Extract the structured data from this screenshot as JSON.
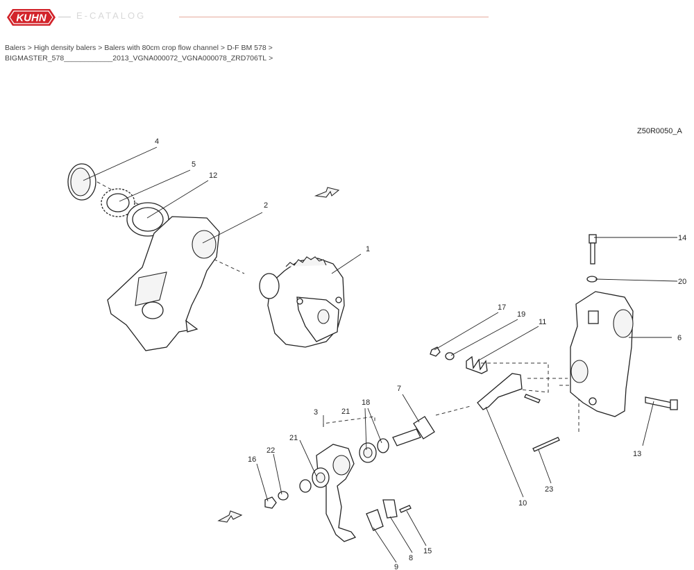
{
  "header": {
    "brand": "KUHN",
    "catalog_title": "E-CATALOG",
    "accent_color": "#d2232a"
  },
  "breadcrumb": [
    "Balers",
    "High density balers",
    "Balers with 80cm crop flow channel",
    "D-F BM 578",
    "BIGMASTER_578____________2013_VGNA000072_VGNA000078_ZRD706TL"
  ],
  "breadcrumb_separator": ">",
  "diagram": {
    "code": "Z50R0050_A",
    "callouts": [
      "1",
      "2",
      "3",
      "4",
      "5",
      "6",
      "7",
      "8",
      "9",
      "10",
      "11",
      "12",
      "13",
      "14",
      "15",
      "16",
      "17",
      "18",
      "19",
      "20",
      "21",
      "21",
      "22",
      "23"
    ]
  }
}
